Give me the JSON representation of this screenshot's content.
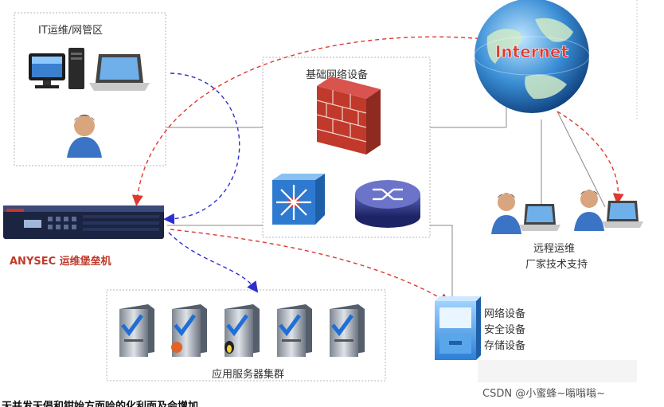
{
  "zones": {
    "it_ops": {
      "label": "IT运维/网管区"
    },
    "infrastructure": {
      "label": "基础网络设备"
    },
    "remote": {
      "line1": "远程运维",
      "line2": "厂家技术支持"
    },
    "server_cluster": {
      "label": "应用服务器集群"
    }
  },
  "bastion": {
    "label": "ANYSEC 运维堡垒机",
    "brand_color": "#c0392b"
  },
  "internet": {
    "label": "Internet"
  },
  "storage": {
    "line1": "网络设备",
    "line2": "安全设备",
    "line3": "存储设备"
  },
  "footer": {
    "caption": "天并发天倡和钳始方面哈的化利面及会增加",
    "watermark": "CSDN @小蜜蜂~嗡嗡嗡~"
  },
  "colors": {
    "red_dashed": "#e0372f",
    "blue_dashed": "#3a3ad8",
    "zone_border": "#b5b5b5",
    "solid_line": "#888888"
  },
  "icons": {
    "desktop": "desktop-computer-icon",
    "laptop": "laptop-icon",
    "user": "user-icon",
    "firewall": "firewall-icon",
    "switch": "switch-icon",
    "router": "router-icon",
    "globe": "internet-globe-icon",
    "server": "server-icon",
    "cabinet": "file-cabinet-icon"
  }
}
